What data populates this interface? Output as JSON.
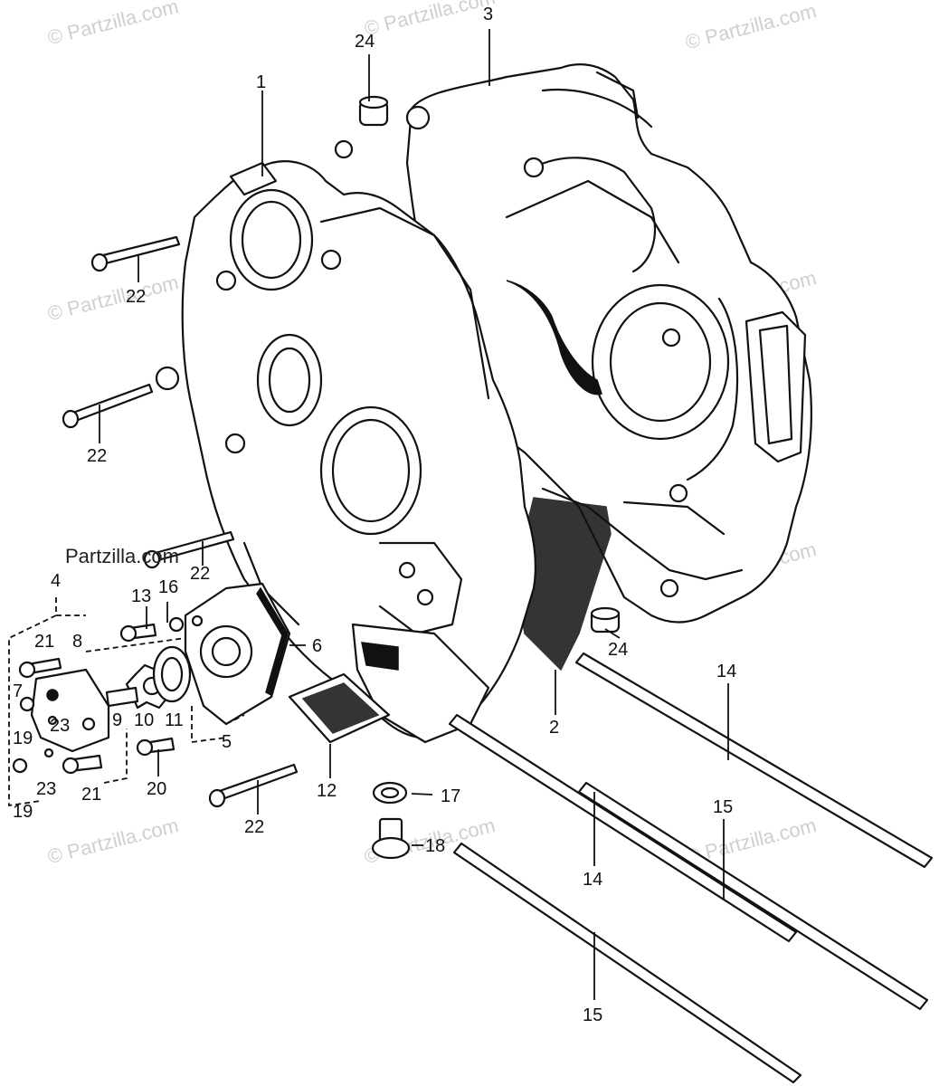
{
  "watermark": "© Partzilla.com",
  "watermark_bold": "Partzilla.com",
  "callouts": {
    "c1": "1",
    "c2": "2",
    "c3": "3",
    "c5": "5",
    "c6": "6",
    "c7": "7",
    "c8": "8",
    "c9": "9",
    "c10": "10",
    "c11": "11",
    "c12": "12",
    "c13": "13",
    "c16": "16",
    "c17": "17",
    "c18": "18",
    "c19a": "19",
    "c19b": "19",
    "c20": "20",
    "c21a": "21",
    "c21b": "21",
    "c22a": "22",
    "c22b": "22",
    "c22c": "22",
    "c22d": "22",
    "c23a": "23",
    "c23b": "23",
    "c24a": "24",
    "c24b": "24",
    "c14a": "14",
    "c14b": "14",
    "c15a": "15",
    "c15b": "15",
    "c4": "4"
  }
}
